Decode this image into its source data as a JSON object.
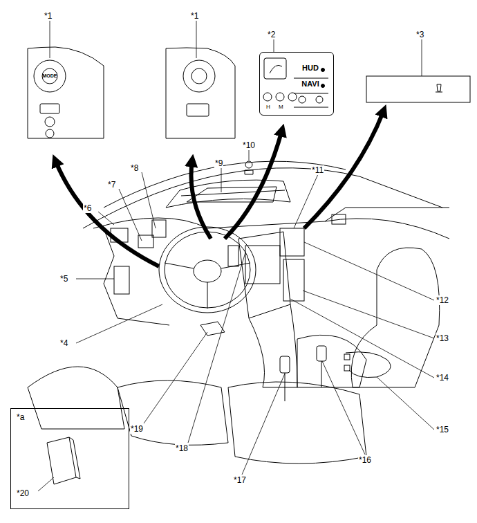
{
  "diagram": {
    "nodes": [
      {
        "text": [
          "HUD",
          "NAVI",
          "H",
          "M"
        ]
      },
      {
        "text": [
          "*a",
          "*20"
        ]
      }
    ],
    "labels": [
      "*1",
      "*1",
      "*2",
      "*3",
      "*10",
      "*9",
      "*8",
      "*7",
      "*6",
      "*5",
      "*4",
      "*11",
      "*12",
      "*13",
      "*14",
      "*15",
      "*16",
      "*17",
      "*18",
      "*19",
      "MODE"
    ]
  }
}
